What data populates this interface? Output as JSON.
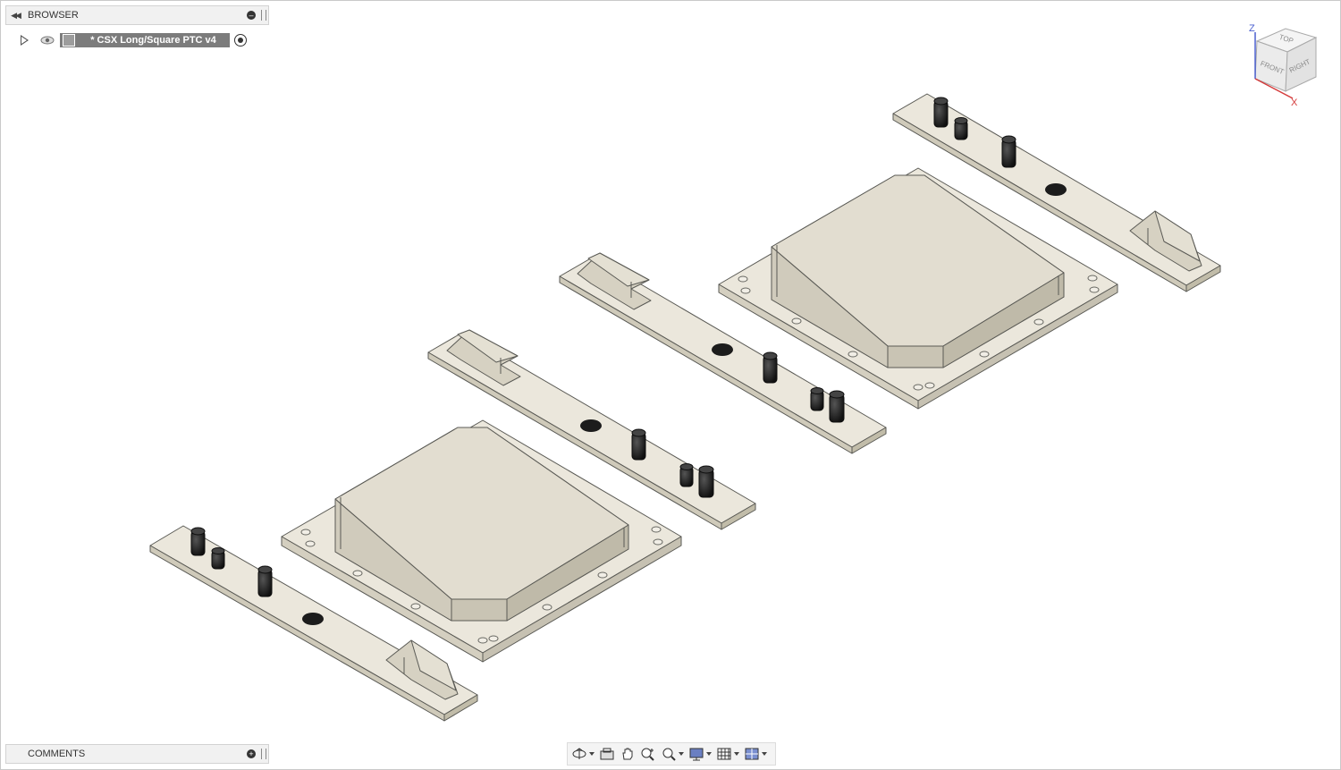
{
  "browser": {
    "title": "BROWSER",
    "root_component": "* CSX Long/Square PTC v4"
  },
  "comments": {
    "title": "COMMENTS"
  },
  "viewcube": {
    "top_label": "TOP",
    "front_label": "FRONT",
    "right_label": "RIGHT",
    "axis_z": "Z",
    "axis_x": "X"
  },
  "colors": {
    "part_fill": "#e6e1d3",
    "part_top": "#ebe7dc",
    "part_edge": "#5a5a55",
    "post": "#1c1c1c",
    "accent_blue": "#4a5fcf",
    "accent_red": "#d43b3b"
  },
  "icons": {
    "collapse": "double-left-arrow-icon",
    "pin": "minus-circle-icon",
    "eye": "eye-icon",
    "component": "component-icon",
    "activate": "radio-target-icon",
    "orbit": "orbit-icon",
    "look_at": "look-at-icon",
    "pan": "hand-pan-icon",
    "zoom": "zoom-icon",
    "fit": "zoom-window-icon",
    "display": "display-settings-icon",
    "grid": "grid-icon",
    "viewports": "viewports-icon"
  }
}
